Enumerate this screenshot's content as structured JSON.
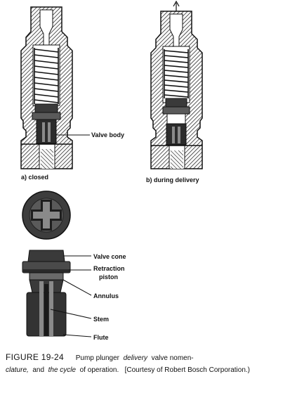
{
  "labels": {
    "valve_body": "Valve body",
    "closed": "a) closed",
    "during_delivery": "b) during delivery",
    "valve_cone": "Valve cone",
    "retraction_piston_1": "Retraction",
    "retraction_piston_2": "piston",
    "annulus": "Annulus",
    "stem": "Stem",
    "flute": "Flute"
  },
  "caption": {
    "figure": "FIGURE 19-24",
    "part1": "Pump plunger",
    "delivery": "delivery",
    "part2": "valve nomen-",
    "clature": "clature,",
    "and": "and",
    "the_cycle": "the cycle",
    "part3": "of operation.",
    "courtesy": "[Courtesy of Robert Bosch Corporation.)"
  },
  "colors": {
    "ink": "#111111",
    "metal_dark": "#3a3a3a",
    "metal_mid": "#6a6a6a",
    "paper": "#ffffff"
  }
}
